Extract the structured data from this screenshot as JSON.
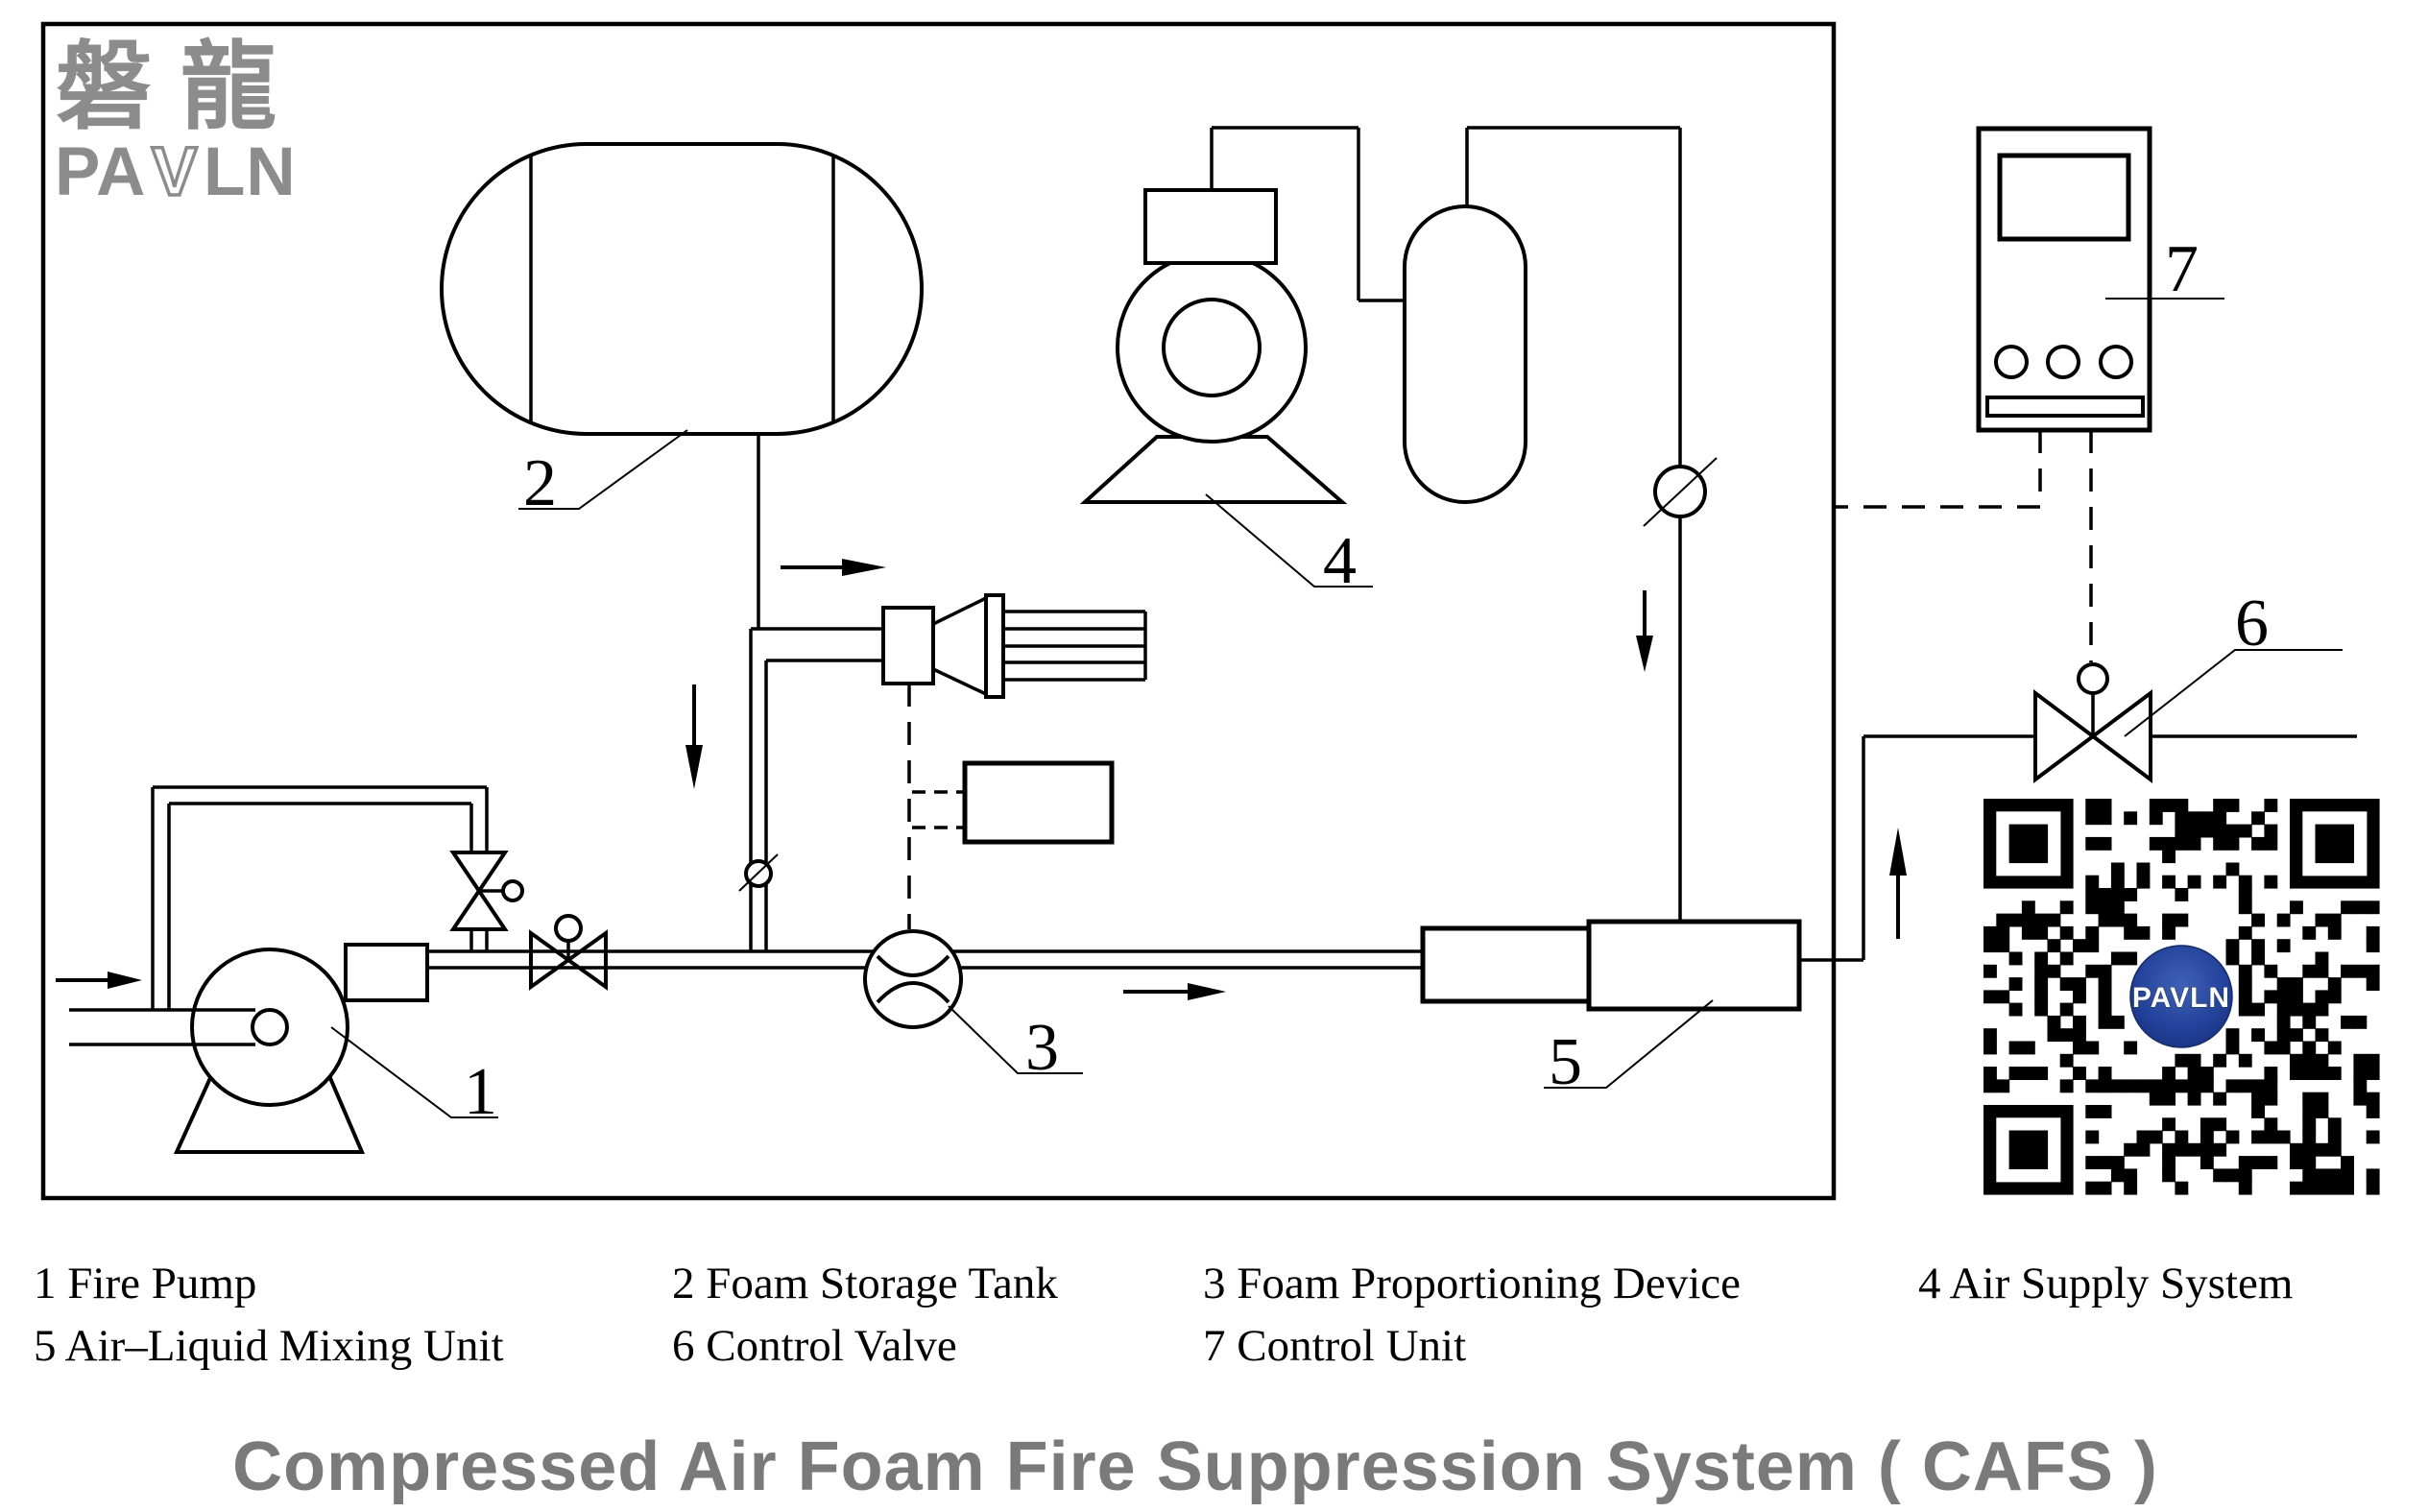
{
  "logo": {
    "cjk": "磐龍",
    "latin_pa": "PA",
    "latin_v": "V",
    "latin_ln": "LN"
  },
  "diagram": {
    "labels": {
      "c1": "1",
      "c2": "2",
      "c3": "3",
      "c4": "4",
      "c5": "5",
      "c6": "6",
      "c7": "7"
    }
  },
  "legend": {
    "items": [
      "1 Fire Pump",
      "2 Foam Storage Tank",
      "3 Foam Proportioning Device",
      "4 Air Supply System",
      "5 Air–Liquid Mixing Unit",
      "6 Control Valve",
      "7 Control Unit"
    ]
  },
  "title": "Compressed Air Foam Fire Suppression System ( CAFS )",
  "qr": {
    "badge_text": "PAVLN"
  },
  "colors": {
    "line": "#000000",
    "logo_gray": "#8c8c8c",
    "title_gray": "#7a7a7a",
    "qr_black": "#000000",
    "qr_blue_dark": "#16307e",
    "qr_blue_light": "#3f62b5"
  }
}
